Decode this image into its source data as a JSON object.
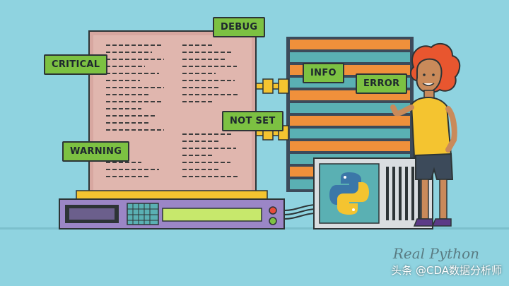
{
  "tags": {
    "debug": "DEBUG",
    "critical": "CRITICAL",
    "info": "INFO",
    "error": "ERROR",
    "not_set": "NOT SET",
    "warning": "WARNING"
  },
  "brand": "Real Python",
  "watermark": "头条 @CDA数据分析师",
  "colors": {
    "background": "#8fd3e0",
    "tag_fill": "#7cc142",
    "outline": "#2d3436",
    "document": "#d7a7a0",
    "server_orange": "#f0903b",
    "server_teal": "#5ab0b3",
    "base_purple": "#9b86c6"
  },
  "icons": [
    "python-logo-icon",
    "display-screen-icon",
    "led-light-icon",
    "vent-grill-icon"
  ]
}
